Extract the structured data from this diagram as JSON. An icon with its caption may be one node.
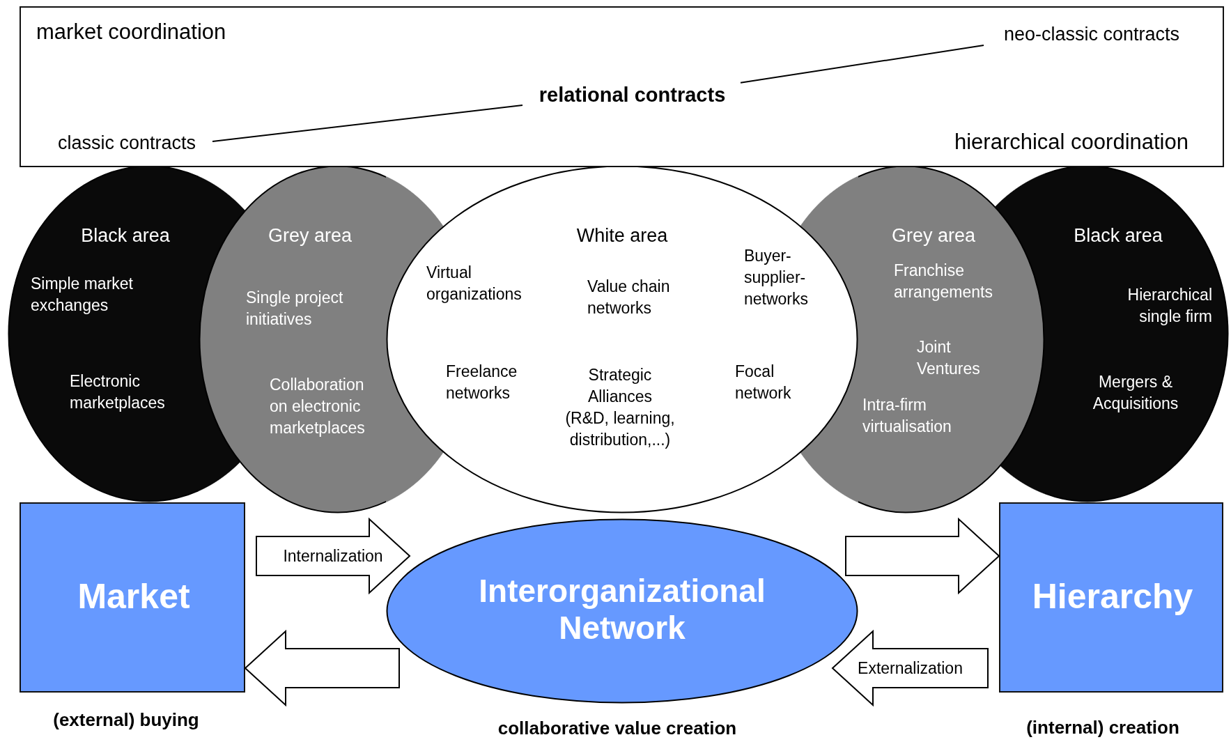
{
  "diagram": {
    "nodes": [
      {
        "text": [
          "market coordination",
          "hierarchical coordination"
        ]
      },
      {
        "text": [
          "classic contracts"
        ],
        "in": 0
      },
      {
        "text": [
          "relational contracts"
        ],
        "in": 0
      },
      {
        "text": [
          "neo-classic contracts"
        ],
        "in": 0
      },
      {
        "text": [
          "Black area",
          "Simple market exchanges",
          "Electronic marketplaces"
        ]
      },
      {
        "text": [
          "Grey area",
          "Single project initiatives",
          "Collaboration on electronic marketplaces"
        ]
      },
      {
        "text": [
          "White area",
          "Virtual organizations",
          "Value chain networks",
          "Buyer-supplier-networks",
          "Freelance networks",
          "Strategic Alliances (R&D, learning, distribution,...)",
          "Focal network"
        ]
      },
      {
        "text": [
          "Grey area",
          "Franchise arrangements",
          "Joint Ventures",
          "Intra-firm virtualisation"
        ]
      },
      {
        "text": [
          "Black area",
          "Hierarchical single firm",
          "Mergers & Acquisitions"
        ]
      },
      {
        "text": [
          "Market"
        ],
        "beside": [
          "(external) buying"
        ]
      },
      {
        "text": [
          "Interorganizational Network"
        ],
        "beside": [
          "collaborative value creation"
        ]
      },
      {
        "text": [
          "Hierarchy"
        ],
        "beside": [
          "(internal) creation"
        ]
      }
    ],
    "edges": [
      {
        "from": 1,
        "to": 2,
        "arrow": "none"
      },
      {
        "from": 2,
        "to": 3,
        "arrow": "none"
      },
      {
        "from": 9,
        "to": 10,
        "arrow": "to",
        "label": "Internalization"
      },
      {
        "from": 10,
        "to": 11,
        "arrow": "to"
      },
      {
        "from": 10,
        "to": 9,
        "arrow": "to"
      },
      {
        "from": 11,
        "to": 10,
        "arrow": "to",
        "label": "Externalization"
      }
    ]
  }
}
